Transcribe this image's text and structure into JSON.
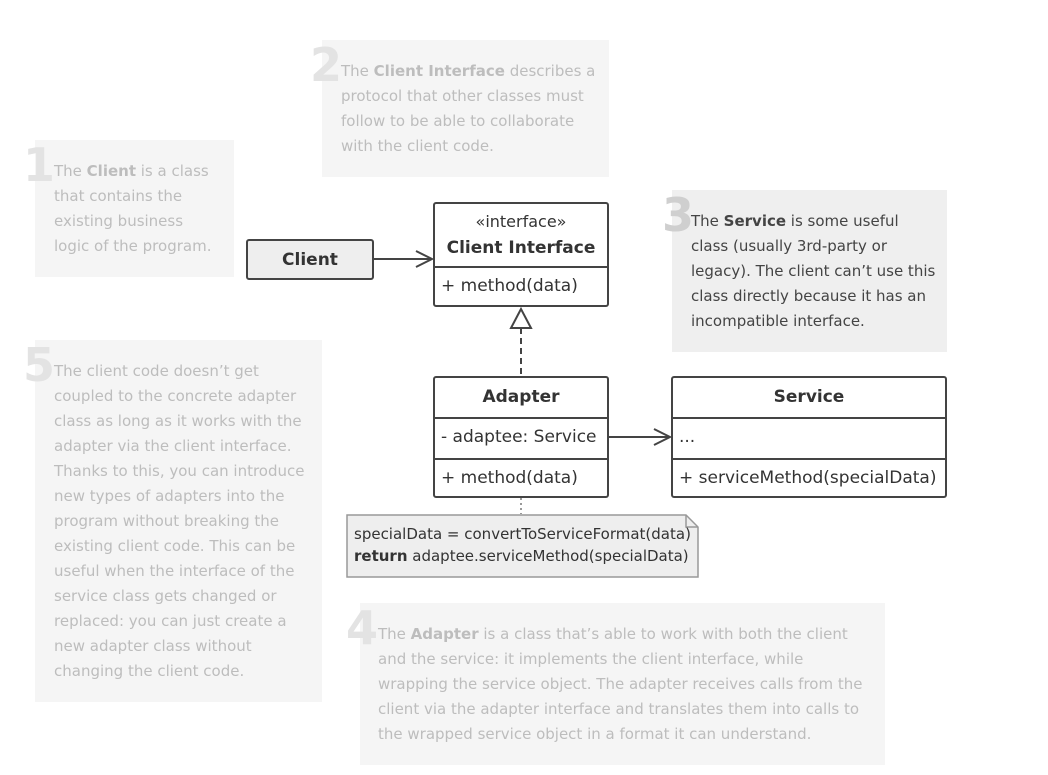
{
  "notes": {
    "n1": {
      "number": "1",
      "pre": "The ",
      "bold": "Client",
      "lines_rest": [
        " is a class",
        "that contains the",
        "existing business",
        "logic of the program."
      ]
    },
    "n2": {
      "number": "2",
      "pre": "The ",
      "bold": "Client Interface",
      "lines_rest": [
        " describes a",
        "protocol that other classes must",
        "follow to be able to collaborate",
        "with the client code."
      ]
    },
    "n3": {
      "number": "3",
      "pre": "The ",
      "bold": "Service",
      "lines_rest": [
        " is some useful",
        "class (usually 3rd-party or",
        "legacy). The client can’t use this",
        "class directly because it has an",
        "incompatible interface."
      ]
    },
    "n4": {
      "number": "4",
      "pre": "The ",
      "bold": "Adapter",
      "lines_rest": [
        " is a class that’s able to work with both the client",
        "and the service: it implements the client interface, while",
        "wrapping the service object. The adapter receives calls from the",
        "client via the adapter interface and translates them into calls to",
        "the wrapped service object in a format it can understand."
      ]
    },
    "n5": {
      "number": "5",
      "lines": [
        "The client code doesn’t get",
        "coupled to the concrete adapter",
        "class as long as it works with the",
        "adapter via the client interface.",
        "Thanks to this, you can introduce",
        "new types of adapters into the",
        "program without breaking the",
        "existing client code. This can be",
        "useful when the interface of the",
        "service class gets changed or",
        "replaced: you can just create a",
        "new adapter class without",
        "changing the client code."
      ]
    }
  },
  "diagram": {
    "client": {
      "name": "Client"
    },
    "client_interface": {
      "stereotype": "«interface»",
      "name": "Client Interface",
      "method": "+ method(data)"
    },
    "adapter": {
      "name": "Adapter",
      "field": "- adaptee: Service",
      "method": "+ method(data)"
    },
    "service": {
      "name": "Service",
      "field": "...",
      "method": "+ serviceMethod(specialData)"
    },
    "code_note": {
      "line1": "specialData = convertToServiceFormat(data)",
      "line2_keyword": "return",
      "line2_rest": " adaptee.serviceMethod(specialData)"
    }
  },
  "colors": {
    "line": "#444444",
    "note_bg": "#f5f5f5",
    "active_note_bg": "#efefef",
    "client_fill": "#eeeeee",
    "code_note_fill": "#eeeeee"
  }
}
